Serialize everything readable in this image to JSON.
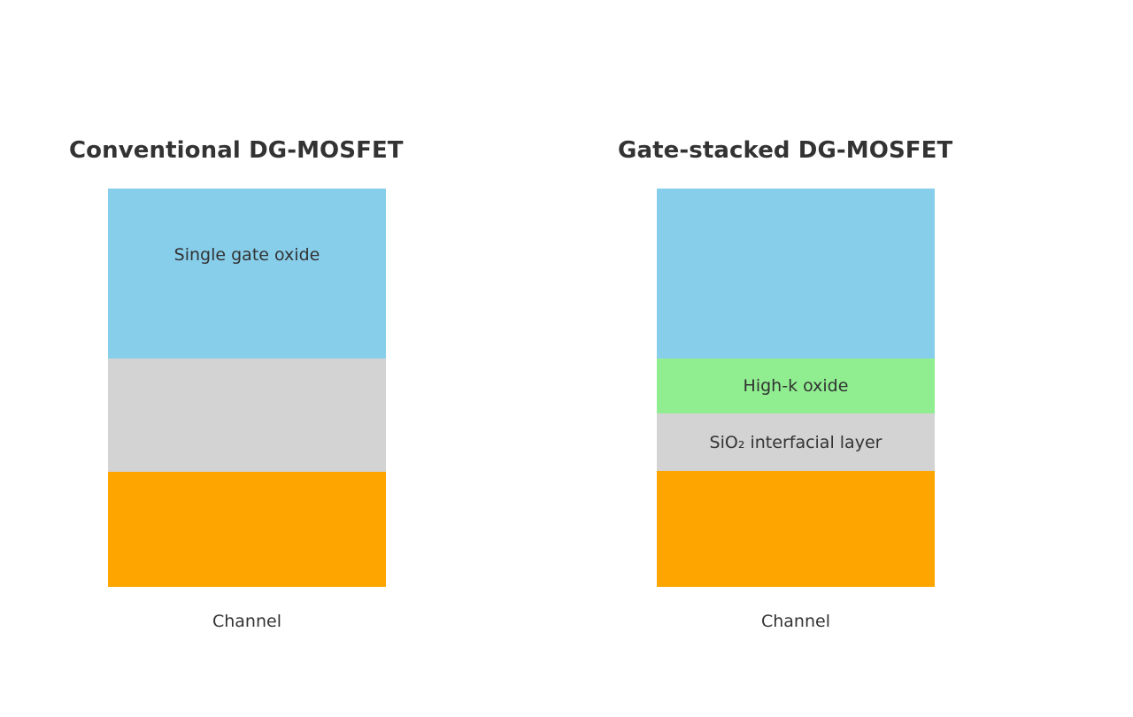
{
  "figure": {
    "background": "#ffffff",
    "text_color": "#333333"
  },
  "palette": {
    "gate_blue": "#87ceeb",
    "high_k_green": "#90ee90",
    "oxide_gray": "#d3d3d3",
    "channel_orange": "#ffa500"
  },
  "panels": [
    {
      "title": "Conventional DG-MOSFET",
      "caption": "Channel",
      "layers": [
        {
          "name": "gate",
          "label": "",
          "color": "#87ceeb"
        },
        {
          "name": "single-gate-oxide",
          "label": "Single gate oxide",
          "color": "#87ceeb"
        },
        {
          "name": "oxide",
          "label": "",
          "color": "#d3d3d3"
        },
        {
          "name": "channel",
          "label": "",
          "color": "#ffa500"
        }
      ]
    },
    {
      "title": "Gate-stacked DG-MOSFET",
      "caption": "Channel",
      "layers": [
        {
          "name": "gate",
          "label": "",
          "color": "#87ceeb"
        },
        {
          "name": "high-k-oxide",
          "label": "High-k oxide",
          "color": "#90ee90"
        },
        {
          "name": "interfacial-layer",
          "label": "SiO₂ interfacial layer",
          "color": "#d3d3d3"
        },
        {
          "name": "channel",
          "label": "",
          "color": "#ffa500"
        }
      ]
    }
  ],
  "left": {
    "title": "Conventional DG-MOSFET",
    "gate_oxide_label": "Single gate oxide",
    "caption": "Channel"
  },
  "right": {
    "title": "Gate-stacked DG-MOSFET",
    "high_k_label": "High-k oxide",
    "interfacial_label": "SiO₂ interfacial layer",
    "caption": "Channel"
  }
}
